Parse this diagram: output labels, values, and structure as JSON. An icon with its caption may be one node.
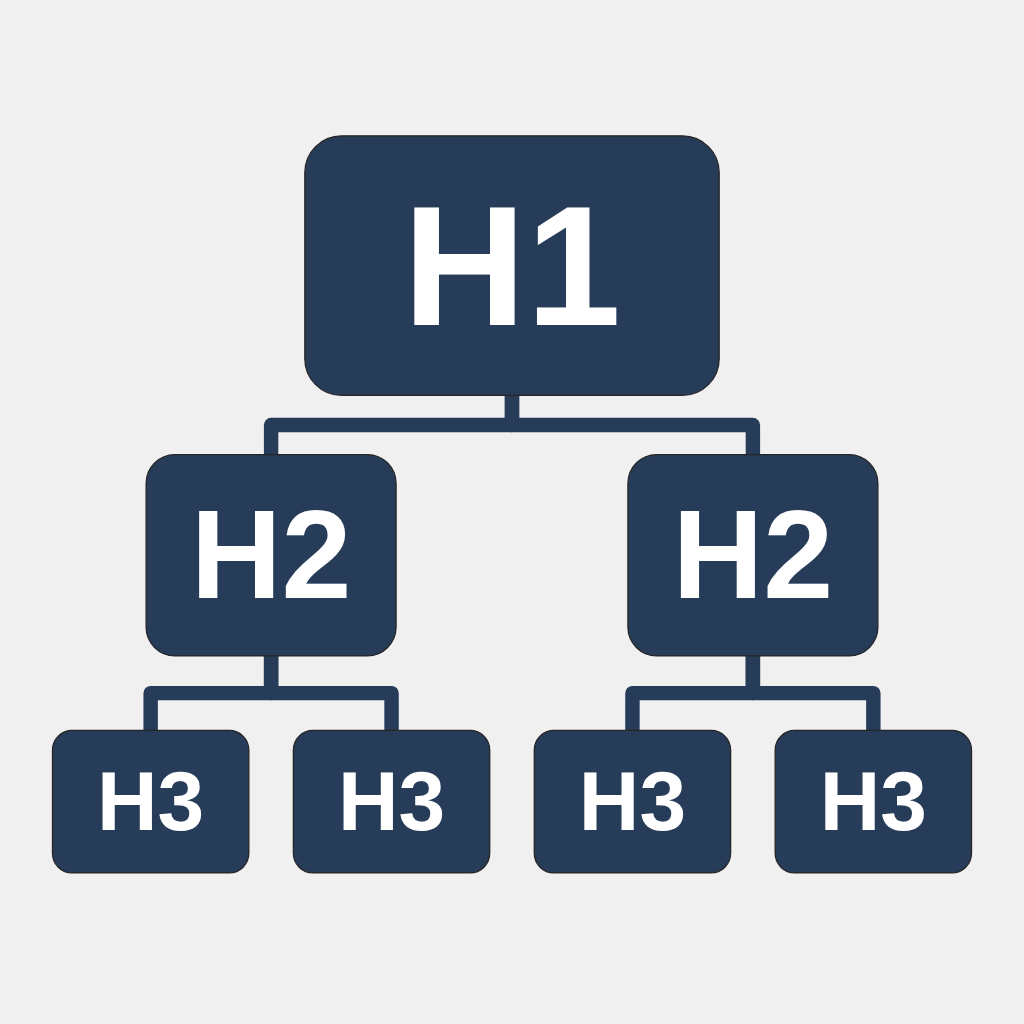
{
  "diagram": {
    "nodes": [
      {
        "text": [
          "H1"
        ]
      },
      {
        "text": [
          "H2"
        ]
      },
      {
        "text": [
          "H2"
        ]
      },
      {
        "text": [
          "H3"
        ]
      },
      {
        "text": [
          "H3"
        ]
      },
      {
        "text": [
          "H3"
        ]
      },
      {
        "text": [
          "H3"
        ]
      }
    ],
    "edges": [
      {
        "from": 0,
        "to": 1,
        "arrow": "none"
      },
      {
        "from": 0,
        "to": 2,
        "arrow": "none"
      },
      {
        "from": 1,
        "to": 3,
        "arrow": "none"
      },
      {
        "from": 1,
        "to": 4,
        "arrow": "none"
      },
      {
        "from": 2,
        "to": 5,
        "arrow": "none"
      },
      {
        "from": 2,
        "to": 6,
        "arrow": "none"
      }
    ]
  }
}
